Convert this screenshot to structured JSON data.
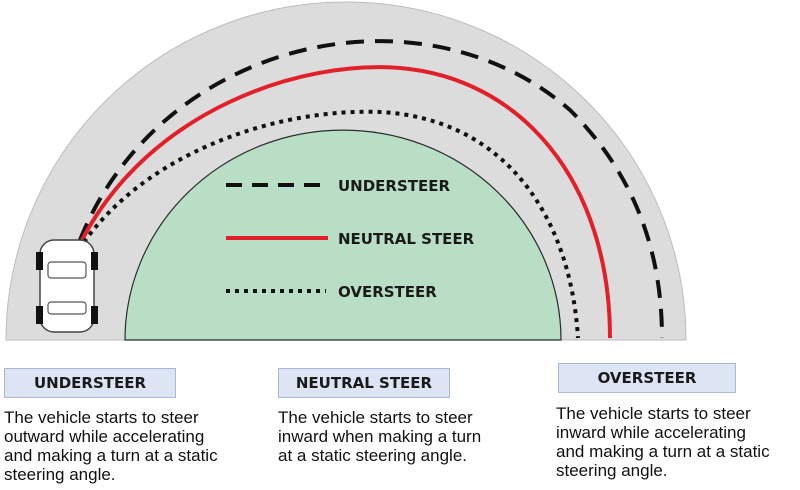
{
  "legend": [
    {
      "label": "UNDERSTEER",
      "style": "dashed"
    },
    {
      "label": "NEUTRAL STEER",
      "style": "solid"
    },
    {
      "label": "OVERSTEER",
      "style": "dotted"
    }
  ],
  "columns": [
    {
      "title": "UNDERSTEER",
      "description": [
        "The vehicle starts to steer",
        "outward while accelerating",
        "and making a turn at a static",
        "steering angle."
      ]
    },
    {
      "title": "NEUTRAL STEER",
      "description": [
        "The vehicle starts to steer",
        "inward when making a turn",
        "at a static steering angle."
      ]
    },
    {
      "title": "OVERSTEER",
      "description": [
        "The vehicle starts to steer",
        "inward while accelerating",
        "and making a turn at a static",
        "steering angle."
      ]
    }
  ],
  "colors": {
    "road": "#dcdcdc",
    "infield": "#b9dec6",
    "neutral_line": "#e2202a",
    "label_box": "#dde4f4"
  }
}
